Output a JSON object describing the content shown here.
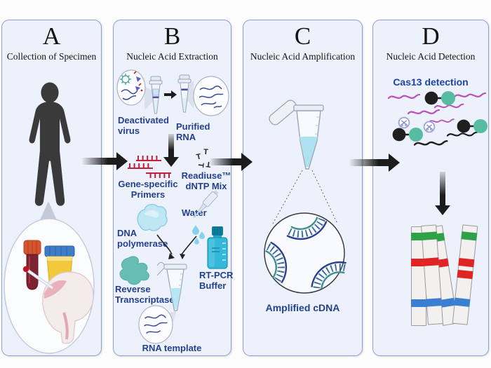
{
  "figure": {
    "panels": [
      {
        "letter": "A",
        "title": "Collection of Specimen"
      },
      {
        "letter": "B",
        "title": "Nucleic Acid Extraction"
      },
      {
        "letter": "C",
        "title": "Nucleic Acid Amplification"
      },
      {
        "letter": "D",
        "title": "Nucleic Acid Detection"
      }
    ],
    "panel_b_labels": {
      "deactivated_virus": "Deactivated virus",
      "purified_rna": "Purified RNA",
      "gene_specific_primers": "Gene-specific Primers",
      "readiuse_dntp_mix": "Readiuse™ dNTP Mix",
      "dntp_glyph": "T",
      "water": "Water",
      "dna_polymerase": "DNA polymerase",
      "rt_pcr_buffer": "RT-PCR Buffer",
      "reverse_transcriptase": "Reverse Transcriptase",
      "rna_template": "RNA template"
    },
    "panel_c_labels": {
      "amplified_cdna": "Amplified cDNA"
    },
    "panel_d_labels": {
      "cas13_detection": "Cas13 detection"
    },
    "colors": {
      "panel_bg": "#edf1fb",
      "panel_border": "#8fa0d0",
      "label_navy": "#24418f",
      "cas13_blue": "#1c44ad",
      "primer_red": "#c21f3a",
      "arrow_black": "#1c1c1c",
      "reporter_teal": "#57bda2",
      "rna_magenta": "#b954bb",
      "strip_green": "#2fa148",
      "strip_red": "#e02424",
      "strip_blue": "#3c7fd0"
    }
  }
}
